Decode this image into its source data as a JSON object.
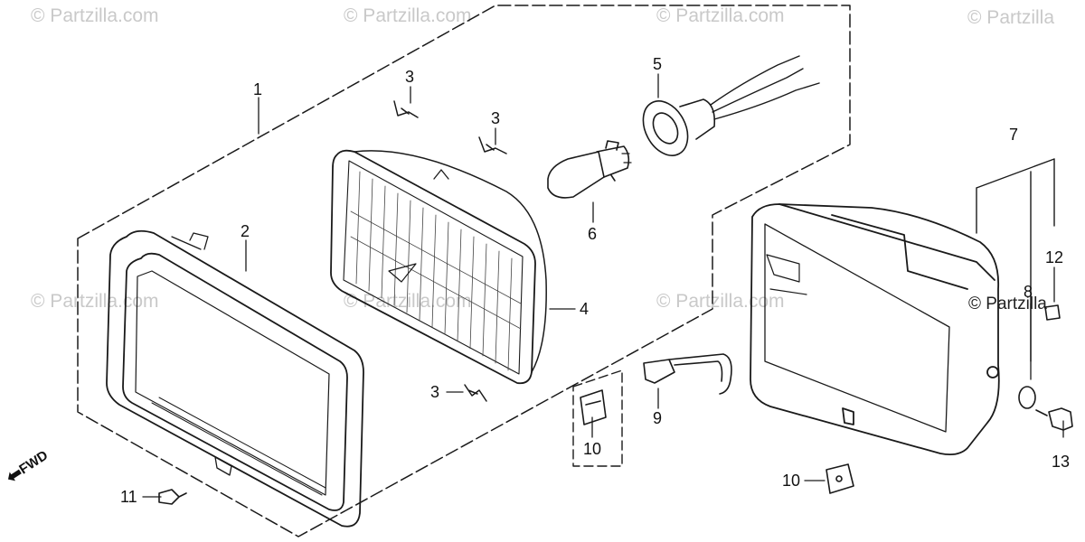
{
  "watermarks": [
    "© Partzilla.com",
    "© Partzilla.com",
    "© Partzilla.com",
    "© Partzilla",
    "© Partzilla.com",
    "© Partzilla.com",
    "© Partzilla.com",
    "© Partzilla"
  ],
  "callouts": [
    "1",
    "2",
    "3",
    "3",
    "3",
    "4",
    "5",
    "6",
    "7",
    "8",
    "9",
    "10",
    "10",
    "11",
    "12",
    "13"
  ],
  "fwd_label": "FWD",
  "fwd_arrow": "⬅"
}
